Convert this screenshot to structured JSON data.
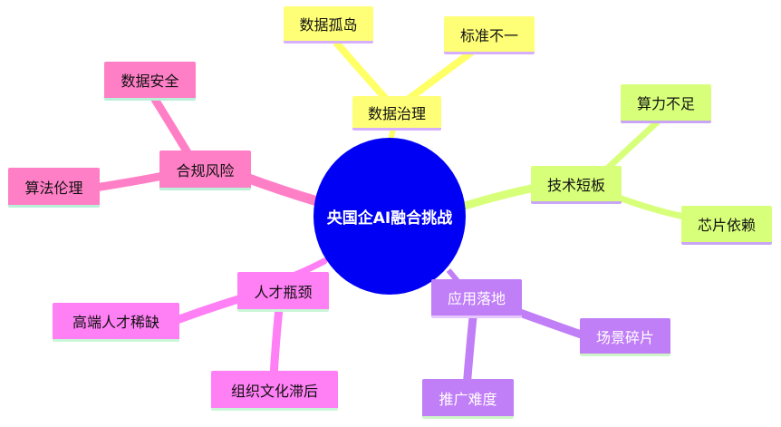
{
  "mindmap": {
    "root": "央国企AI融合挑战",
    "branches": [
      {
        "label": "数据治理",
        "color": "#ffff77",
        "children": [
          "数据孤岛",
          "标准不一"
        ]
      },
      {
        "label": "技术短板",
        "color": "#d7ff7a",
        "children": [
          "算力不足",
          "芯片依赖"
        ]
      },
      {
        "label": "应用落地",
        "color": "#c07ef7",
        "children": [
          "场景碎片",
          "推广难度"
        ]
      },
      {
        "label": "人才瓶颈",
        "color": "#ff7ff5",
        "children": [
          "高端人才稀缺",
          "组织文化滞后"
        ]
      },
      {
        "label": "合规风险",
        "color": "#ff7fc6",
        "children": [
          "数据安全",
          "算法伦理"
        ]
      }
    ]
  }
}
